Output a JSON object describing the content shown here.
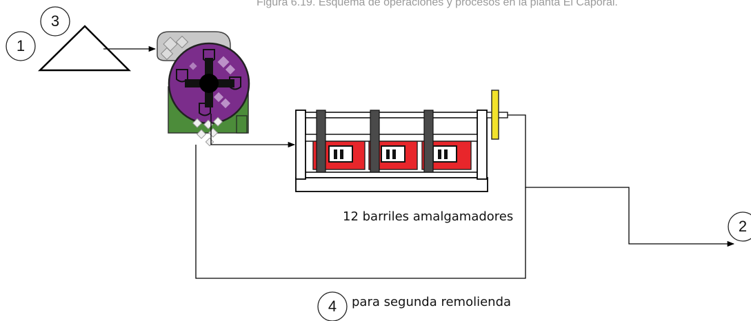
{
  "caption": "Figura 6.19. Esquema de operaciones y procesos en la planta El Caporal.",
  "labels": {
    "barrels": "12 barriles amalgamadores",
    "regrind": "para segunda remolienda"
  },
  "markers": [
    "1",
    "2",
    "3",
    "4"
  ],
  "colors": {
    "mill_purple": "#7b2d8b",
    "mill_green": "#4c8c3a",
    "barrel_red": "#e8262b",
    "pulley_yellow": "#f2e22c",
    "hopper_gray": "#c8c8c8"
  }
}
